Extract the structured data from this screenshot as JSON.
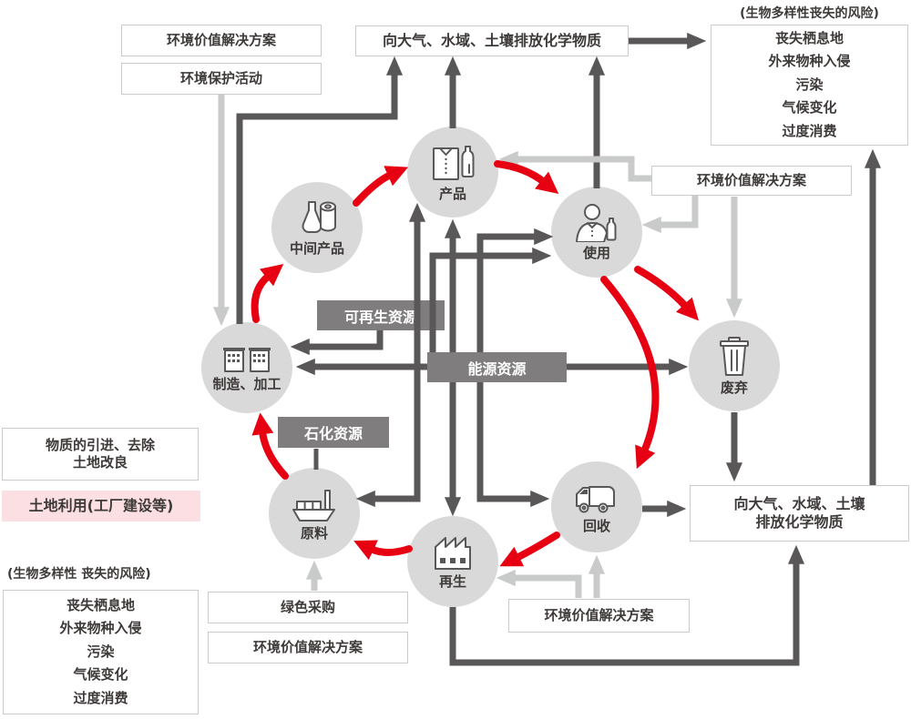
{
  "title": "产品生命周期环境影响循环图",
  "colors": {
    "accent_red": "#e60012",
    "arrow_dark": "#595757",
    "arrow_light": "#c9caca",
    "circle_bg": "#d9d9d9",
    "resource_box_bg": "#7f7d7d",
    "pink_bg": "#fbdfe2",
    "box_border": "#c9caca",
    "text": "#3e3a39"
  },
  "top_left": {
    "solution_box": "环境价值解决方案",
    "protection_box": "环境保护活动"
  },
  "top_center_box": "向大气、水域、土壤排放化学物质",
  "top_right": {
    "caption": "(生物多样性丧失的风险)",
    "items": [
      "丧失栖息地",
      "外来物种入侵",
      "污染",
      "气候变化",
      "过度消费"
    ]
  },
  "right_solution_box": "环境价值解决方案",
  "bottom_right_box": {
    "line1": "向大气、水域、土壤",
    "line2": "排放化学物质"
  },
  "bottom_center_solution_box": "环境价值解决方案",
  "bottom_left": {
    "caption": "(生物多样性 丧失的风险)",
    "items": [
      "丧失栖息地",
      "外来物种入侵",
      "污染",
      "气候变化",
      "过度消费"
    ],
    "green_box": "绿色采购",
    "solution_box": "环境价值解决方案"
  },
  "left_annotations": {
    "line1": "物质的引进、去除",
    "line2": "土地改良",
    "land_use": "土地利用(工厂建设等)"
  },
  "resources": {
    "renewable": "可再生资源",
    "energy": "能源资源",
    "petrochemical": "石化资源"
  },
  "nodes": {
    "product": {
      "label": "产品"
    },
    "use": {
      "label": "使用"
    },
    "disposal": {
      "label": "废弃"
    },
    "recycle": {
      "label": "回收"
    },
    "regeneration": {
      "label": "再生"
    },
    "raw_material": {
      "label": "原料"
    },
    "manufacturing": {
      "label": "制造、加工"
    },
    "intermediate": {
      "label": "中间产品"
    }
  }
}
